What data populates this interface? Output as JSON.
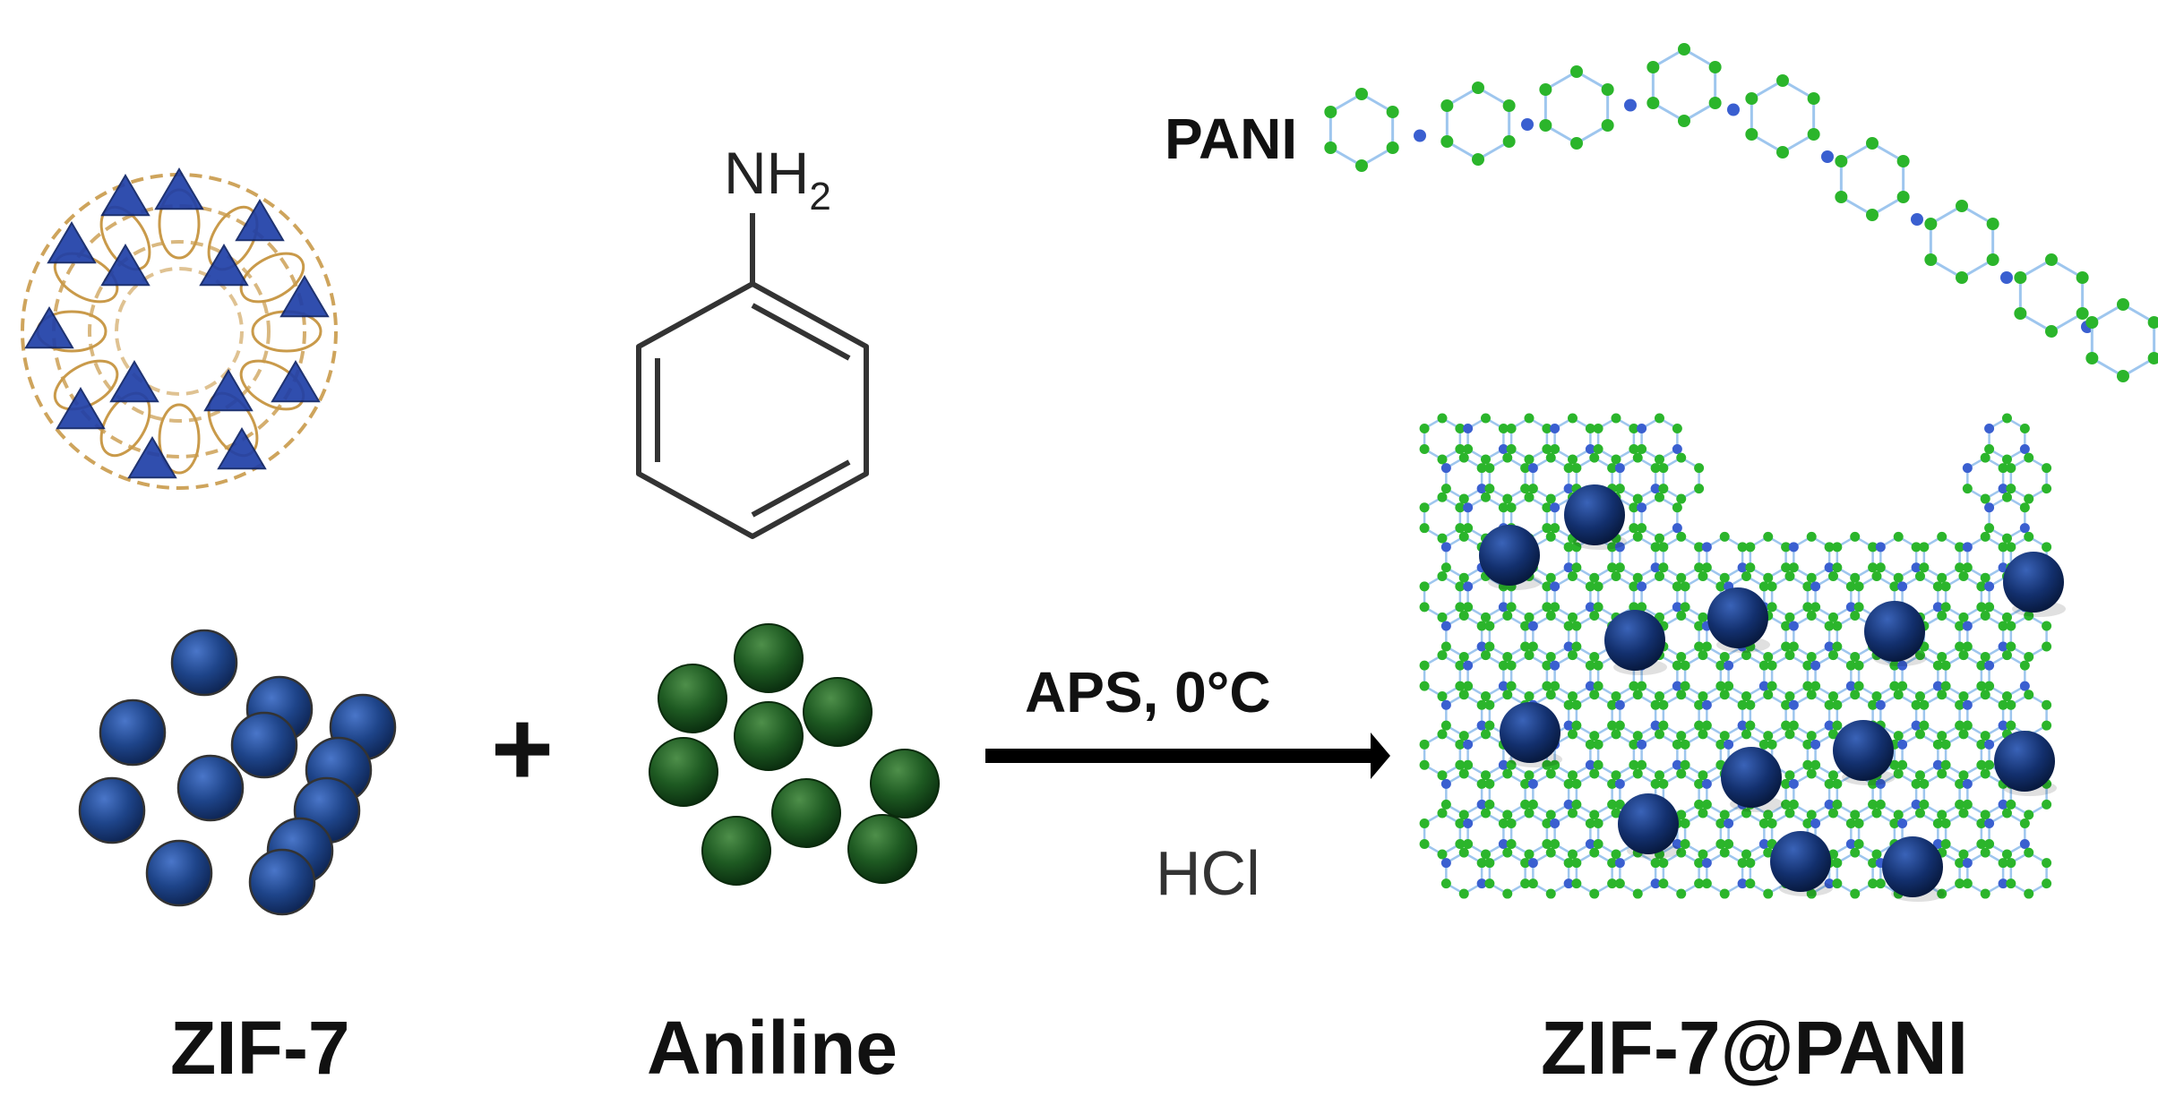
{
  "labels": {
    "pani": "PANI",
    "nh2_main": "NH",
    "nh2_sub": "2",
    "plus": "+",
    "conditions_top": "APS, 0°C",
    "conditions_bottom": "HCl",
    "zif7": "ZIF-7",
    "aniline": "Aniline",
    "product": "ZIF-7@PANI"
  },
  "colors": {
    "zif_blue": "#1e4489",
    "aniline_green": "#1e5a22",
    "pani_green": "#2bb52b",
    "pani_n_blue": "#3a5fd0",
    "pani_h": "#9ec6ee",
    "cage_gold": "#c99a4a",
    "cage_blue": "#1f3fa8",
    "arrow": "#000000"
  },
  "icons": {
    "zif_structure": "sodalite-cage-icon",
    "aniline_structure": "benzene-ring-icon",
    "pani_chain": "polymer-chain-icon",
    "product_network": "composite-network-icon"
  }
}
